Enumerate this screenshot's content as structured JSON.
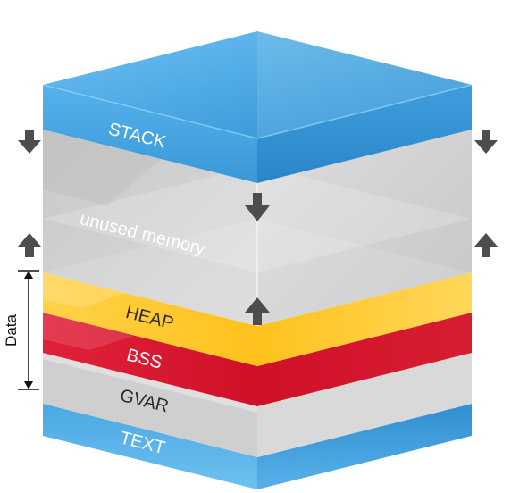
{
  "diagram": {
    "segments": [
      {
        "id": "stack",
        "label": "STACK"
      },
      {
        "id": "unused",
        "label": "unused memory"
      },
      {
        "id": "heap",
        "label": "HEAP"
      },
      {
        "id": "bss",
        "label": "BSS"
      },
      {
        "id": "gvar",
        "label": "GVAR"
      },
      {
        "id": "text",
        "label": "TEXT"
      }
    ],
    "bracket_label": "Data",
    "colors": {
      "stack_blue": "#4aa8e3",
      "stack_blue_dark": "#2f8fd0",
      "heap_yellow": "#ffc933",
      "bss_red": "#d81530",
      "gray_light": "#d6d6d6",
      "gray_mid": "#c3c3c3",
      "arrow": "#4d4d4d"
    }
  }
}
